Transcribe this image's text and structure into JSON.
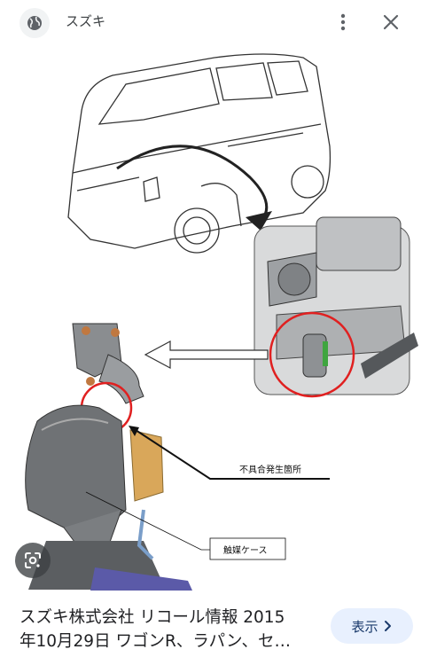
{
  "header": {
    "site_name": "スズキ",
    "icons": {
      "site": "globe-icon",
      "menu": "more-vert-icon",
      "close": "close-icon"
    }
  },
  "image": {
    "labels": {
      "defect_location": "不具合発生箇所",
      "catalyst_case": "触媒ケース"
    },
    "colors": {
      "highlight_circle": "#e02020",
      "bracket": "#d9a75a"
    }
  },
  "lens": {
    "icon": "lens-icon"
  },
  "caption": {
    "line1": "スズキ株式会社 リコール情報 2015",
    "line2": "年10月29日 ワゴンR、ラパン、セ…"
  },
  "visit_button": {
    "label": "表示",
    "icon": "chevron-right-icon"
  }
}
